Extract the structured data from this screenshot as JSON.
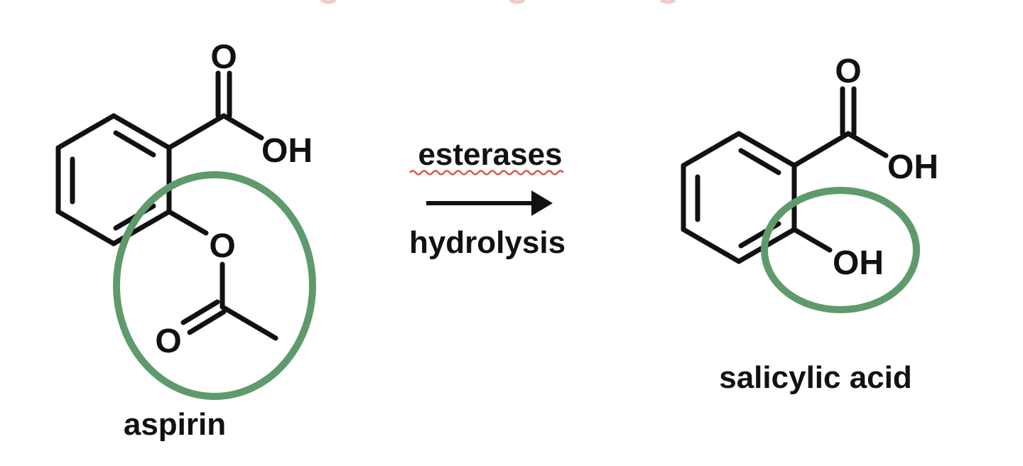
{
  "reactant": {
    "name": "aspirin",
    "atoms": {
      "carbonyl_o": "O",
      "acid_oh": "OH",
      "ester_o": "O",
      "acetyl_o": "O"
    }
  },
  "reaction": {
    "enzyme": "esterases",
    "process": "hydrolysis"
  },
  "product": {
    "name": "salicylic acid",
    "atoms": {
      "carbonyl_o": "O",
      "acid_oh": "OH",
      "phenol_oh": "OH"
    }
  },
  "colors": {
    "highlight": "#5f9a6c",
    "spellcheck": "#e0534f",
    "ink": "#111111",
    "top_marks": "#f3c9c9"
  }
}
